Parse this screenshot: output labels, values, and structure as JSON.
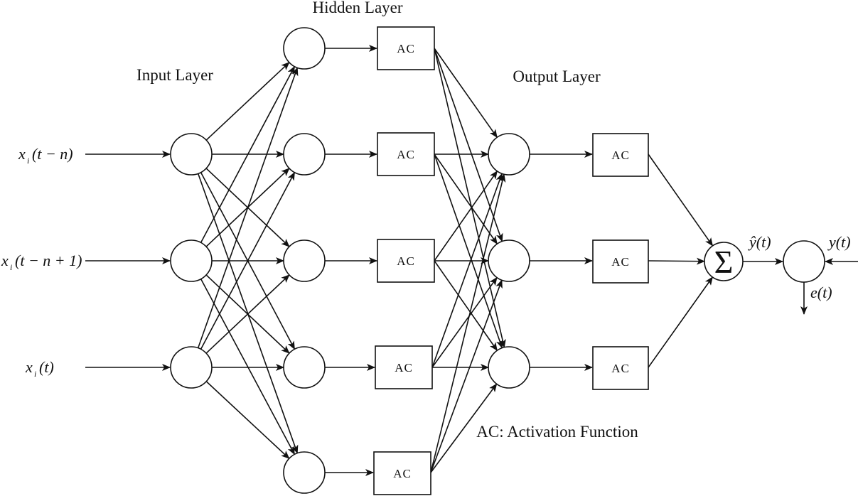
{
  "labels": {
    "input_layer": "Input Layer",
    "hidden_layer": "Hidden Layer",
    "output_layer": "Output Layer",
    "legend": "AC: Activation Function",
    "activation": "AC",
    "sum": "Σ"
  },
  "inputs": [
    {
      "base": "x",
      "sub": "i",
      "arg": "(t − n)"
    },
    {
      "base": "x",
      "sub": "i",
      "arg": "(t − n + 1)"
    },
    {
      "base": "x",
      "sub": "i",
      "arg": "(t)"
    }
  ],
  "prediction": {
    "text": "ŷ(t)"
  },
  "target": {
    "text": "y(t)"
  },
  "error": {
    "text": "e(t)"
  },
  "topology": {
    "input_nodes": 3,
    "hidden_nodes": 5,
    "output_nodes": 3,
    "fully_connected": true
  }
}
